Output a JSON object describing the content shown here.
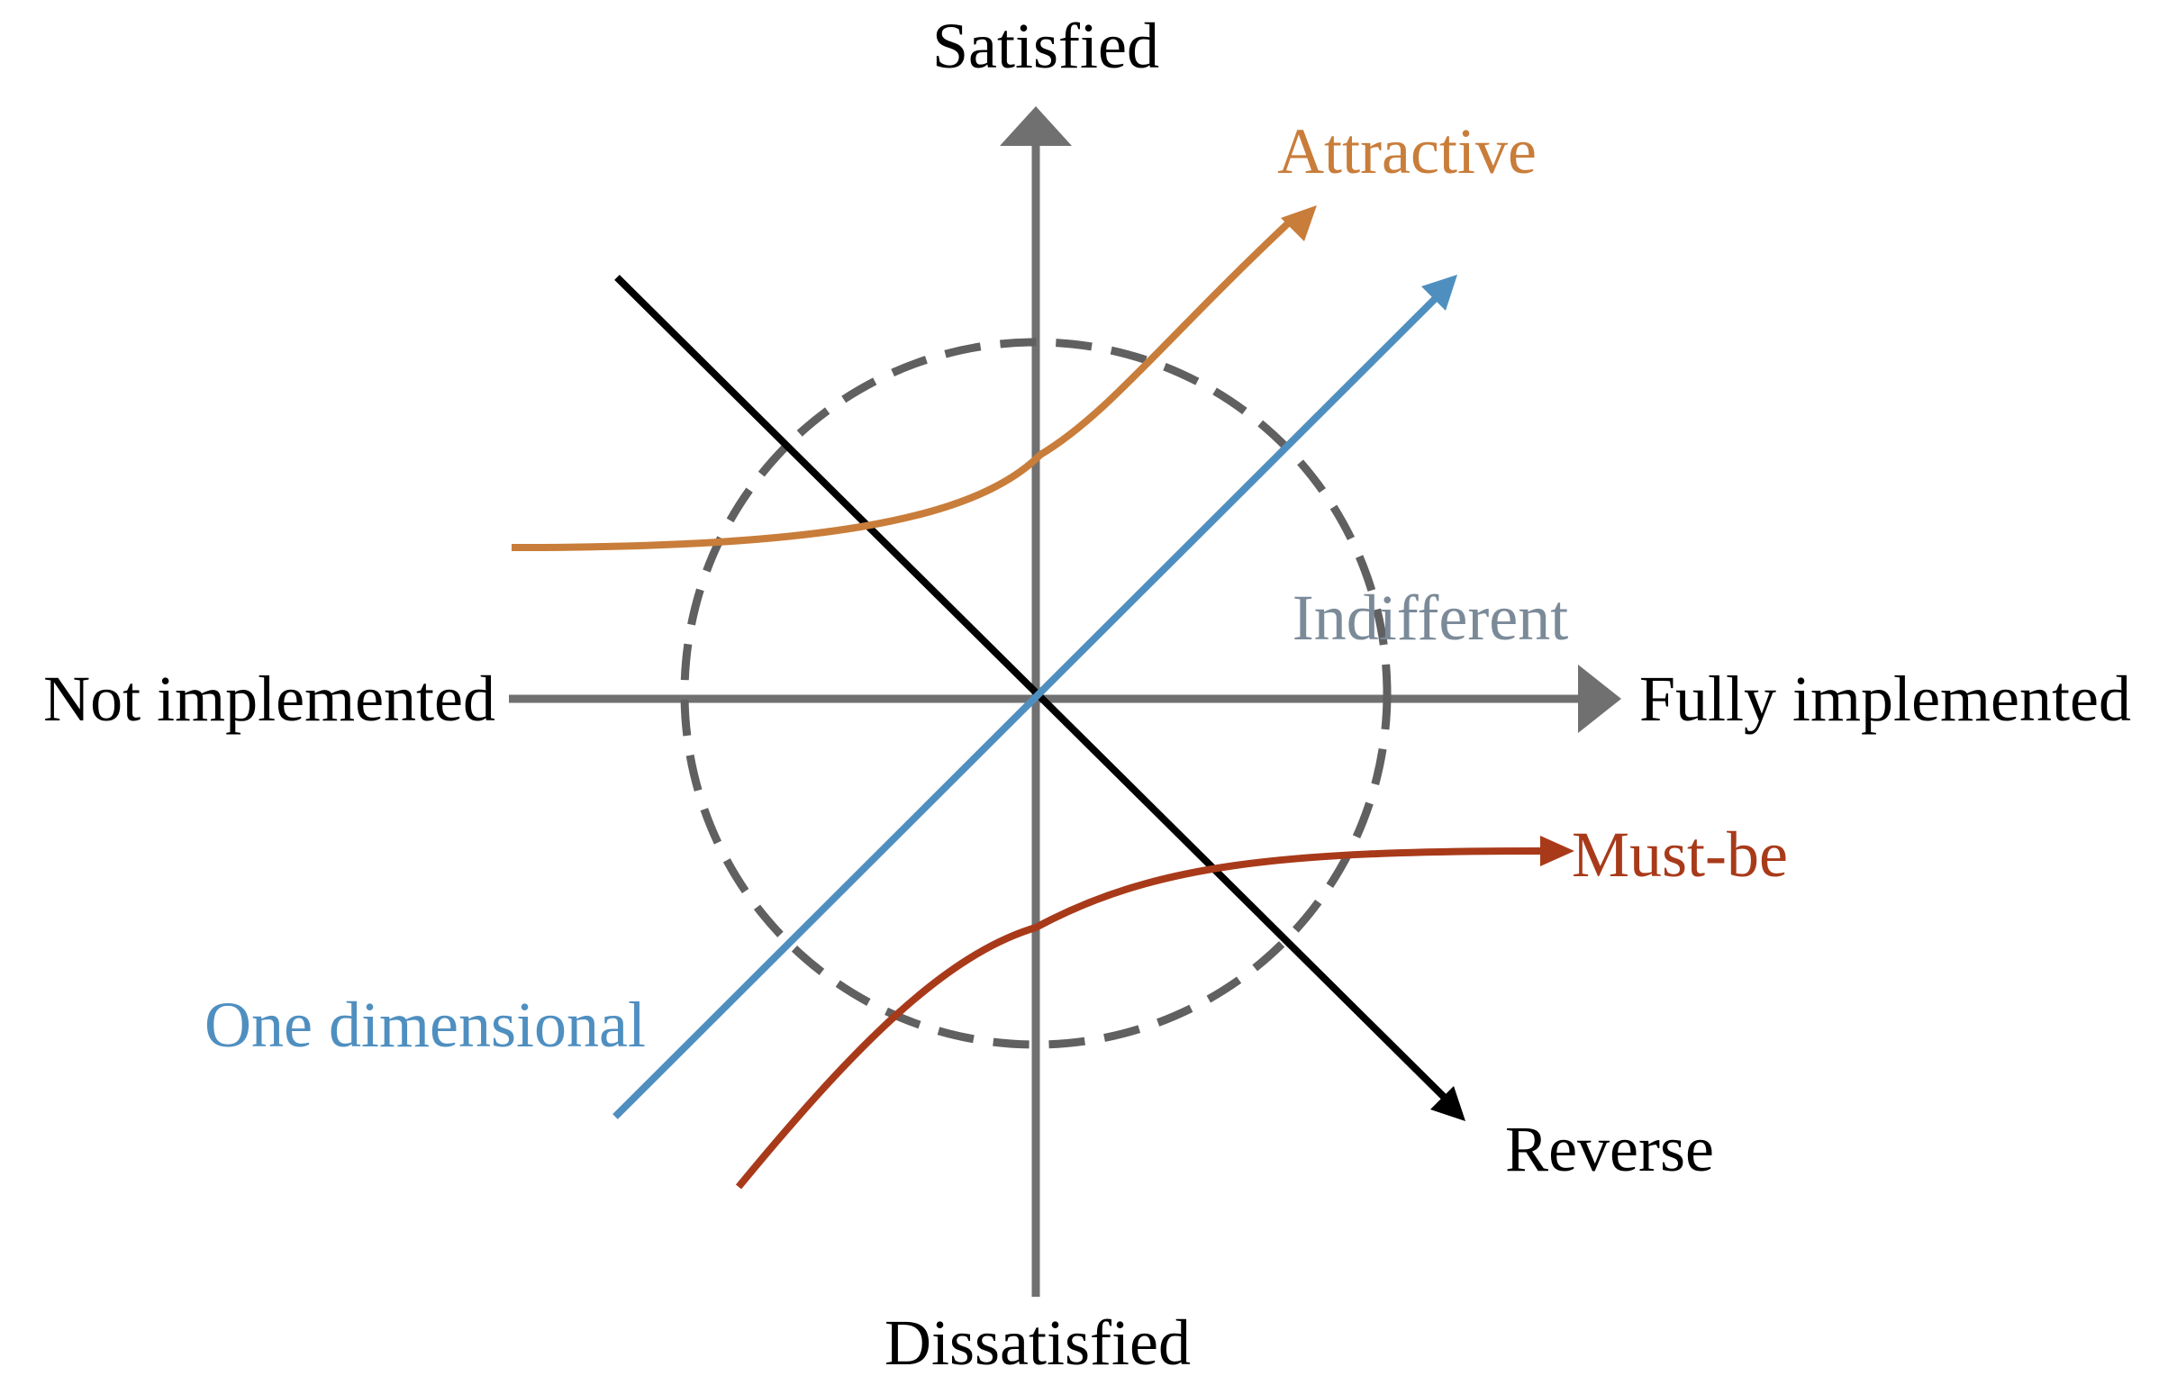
{
  "axes": {
    "top": "Satisfied",
    "bottom": "Dissatisfied",
    "left": "Not implemented",
    "right": "Fully implemented"
  },
  "curves": {
    "attractive": {
      "label": "Attractive",
      "color": "#c97d3a"
    },
    "one_dimensional": {
      "label": "One dimensional",
      "color": "#4f8fc0"
    },
    "must_be": {
      "label": "Must-be",
      "color": "#a83a1a"
    },
    "reverse": {
      "label": "Reverse",
      "color": "#000000"
    },
    "indifferent": {
      "label": "Indifferent",
      "color": "#7b8a98"
    }
  },
  "colors": {
    "axis": "#707070",
    "circle": "#606060"
  }
}
